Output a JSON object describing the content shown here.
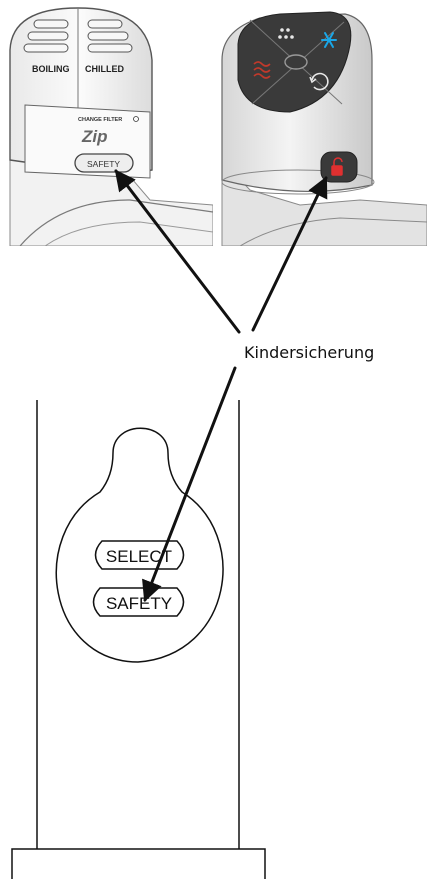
{
  "callout": {
    "label": "Kindersicherung"
  },
  "panel_left": {
    "boiling_label": "BOILING",
    "chilled_label": "CHILLED",
    "change_filter_label": "CHANGE FILTER",
    "brand_logo": "Zip",
    "safety_button_label": "SAFETY"
  },
  "panel_right": {
    "icons": [
      "dots-icon",
      "snowflake-icon",
      "heat-waves-icon",
      "refresh-icon"
    ],
    "lock_icon": "unlock-icon"
  },
  "panel_bottom": {
    "select_button_label": "SELECT",
    "safety_button_label": "SAFETY"
  },
  "colors": {
    "snowflake": "#1aa6e6",
    "heat": "#c0392b",
    "lock": "#e03030",
    "dark_panel": "#3a3a3a"
  }
}
